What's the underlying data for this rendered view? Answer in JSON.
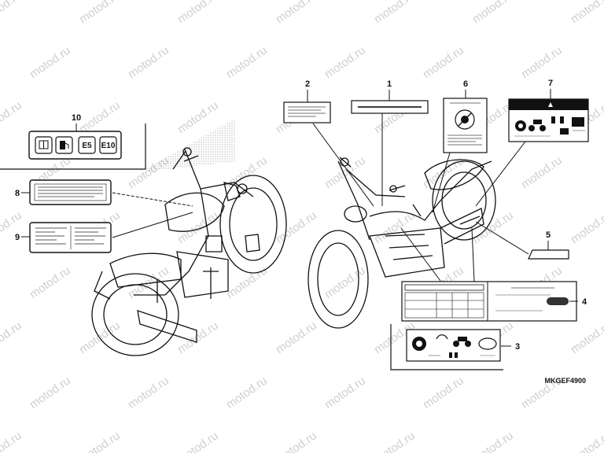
{
  "watermark": "motod.ru",
  "diagram_code": "MKGEF4900",
  "callouts": {
    "c1": "1",
    "c2": "2",
    "c3": "3",
    "c4": "4",
    "c5": "5",
    "c6": "6",
    "c7": "7",
    "c8": "8",
    "c9": "9",
    "c10": "10"
  },
  "label10_badges": {
    "e5": "E5",
    "e10": "E10"
  },
  "colors": {
    "line": "#111111",
    "watermark": "#cfcfcf",
    "label7_band": "#111111"
  }
}
